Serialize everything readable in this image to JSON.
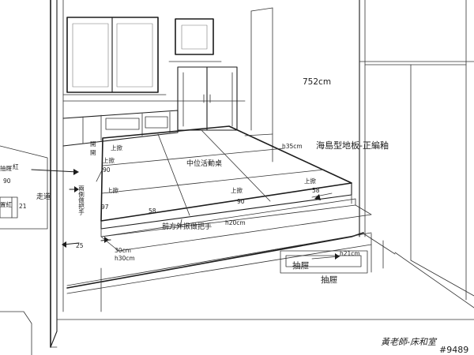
{
  "labels": {
    "room_width": "752cm",
    "floor_material": "海島型地板-正編釉",
    "floor_height": "h35cm",
    "panel_top_left": "上掀",
    "panel_top_left_size": "90",
    "panel_top_center": "上掀",
    "panel_top_center_size": "90",
    "panel_center": "中位活動桌",
    "panel_left": "上掀",
    "panel_left_size": "97",
    "panel_mid": "上掀",
    "panel_mid_size": "90",
    "panel_right": "上掀",
    "panel_right_size": "58",
    "panel_bottom_size": "58",
    "gap_label": "h20cm",
    "front_handle": "前方外掀做把手",
    "front_handle_size": "h30cm",
    "side_open": "開",
    "side_open2": "開",
    "side_handle_vertical": "兩側做把手",
    "walkway": "走道",
    "cab_left_1": "抽屜",
    "cab_left_2": "90",
    "left_margin": "25",
    "step_depth": "30cm",
    "drawer_label": "抽屜",
    "drawer_height": "h21cm",
    "drawer_note": "抽屜",
    "left_edge_label1": "紅",
    "left_edge_label2": "置紅",
    "left_edge_label3": "21",
    "signature": "黃老師-床和室",
    "sheet_number": "#9489"
  }
}
